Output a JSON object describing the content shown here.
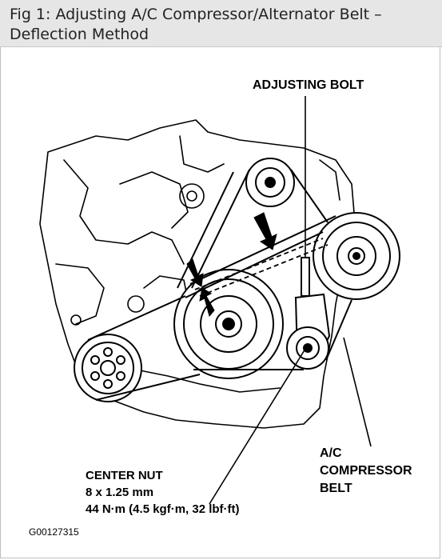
{
  "caption": {
    "line1": "Fig 1: Adjusting A/C Compressor/Alternator Belt –",
    "line2": "Deflection Method"
  },
  "labels": {
    "adjusting_bolt": "ADJUSTING BOLT",
    "ac_belt": [
      "A/C",
      "COMPRESSOR",
      "BELT"
    ],
    "center_nut": [
      "CENTER NUT",
      "8 x 1.25 mm",
      "44 N·m (4.5 kgf·m, 32 lbf·ft)"
    ]
  },
  "figure_code": "G00127315",
  "colors": {
    "caption_bg": "#e6e6e6",
    "ink": "#000000"
  }
}
